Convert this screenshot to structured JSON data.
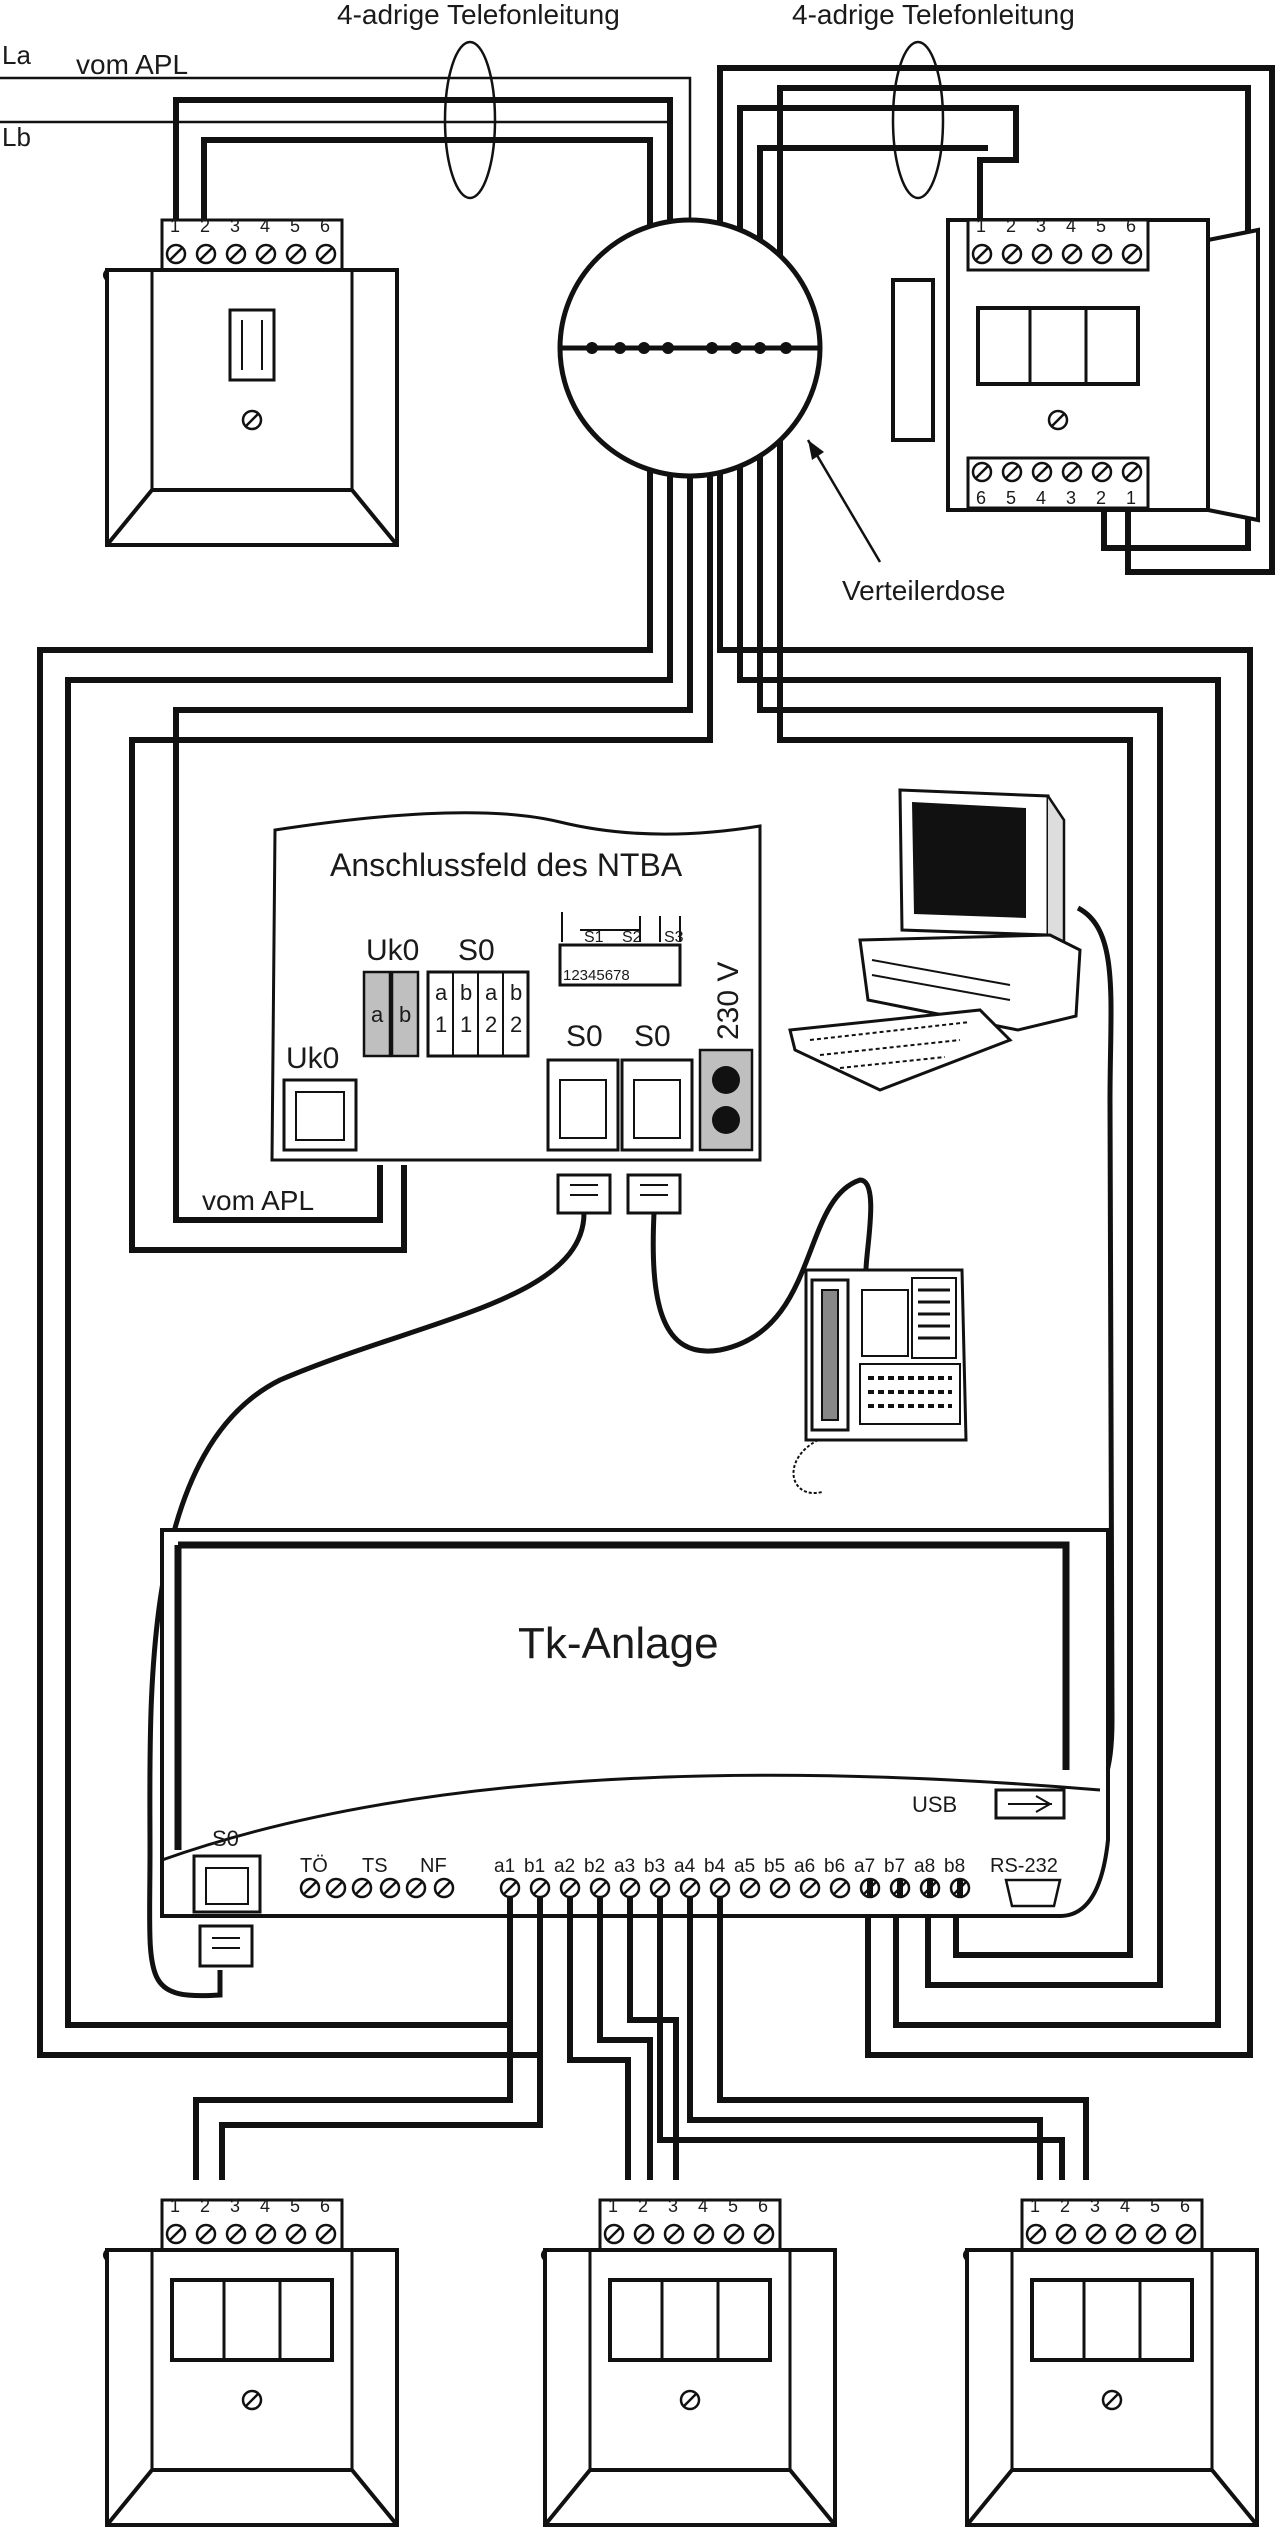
{
  "top_labels": {
    "cable_left": "4-adrige Telefonleitung",
    "cable_right": "4-adrige Telefonleitung",
    "line_a": "La",
    "line_b": "Lb",
    "vom_apl_top": "vom APL"
  },
  "distribution_box_label": "Verteilerdose",
  "ntba": {
    "title": "Anschlussfeld des NTBA",
    "uk0_left": "Uk0",
    "uk0_right": "Uk0",
    "uk0_a": "a",
    "uk0_b": "b",
    "s0_label": "S0",
    "s0_terms": [
      "a",
      "b",
      "a",
      "b"
    ],
    "s0_nums": [
      "1",
      "1",
      "2",
      "2"
    ],
    "switch_labels": [
      "S1",
      "S2",
      "S3"
    ],
    "switch_digits": "12345678",
    "voltage": "230 V",
    "s0_jack1": "S0",
    "s0_jack2": "S0",
    "vom_apl": "vom APL"
  },
  "tk_anlage": {
    "title": "Tk-Anlage",
    "usb": "USB",
    "rs232": "RS-232",
    "s0_port": "S0",
    "aux_labels": [
      "TÖ",
      "TS",
      "NF"
    ],
    "ports": [
      "a1",
      "b1",
      "a2",
      "b2",
      "a3",
      "b3",
      "a4",
      "b4",
      "a5",
      "b5",
      "a6",
      "b6",
      "a7",
      "b7",
      "a8",
      "b8"
    ]
  },
  "socket_terminal_numbers": [
    "1",
    "2",
    "3",
    "4",
    "5",
    "6"
  ],
  "lower_terminal_numbers": [
    "6",
    "5",
    "4",
    "3",
    "2",
    "1"
  ]
}
